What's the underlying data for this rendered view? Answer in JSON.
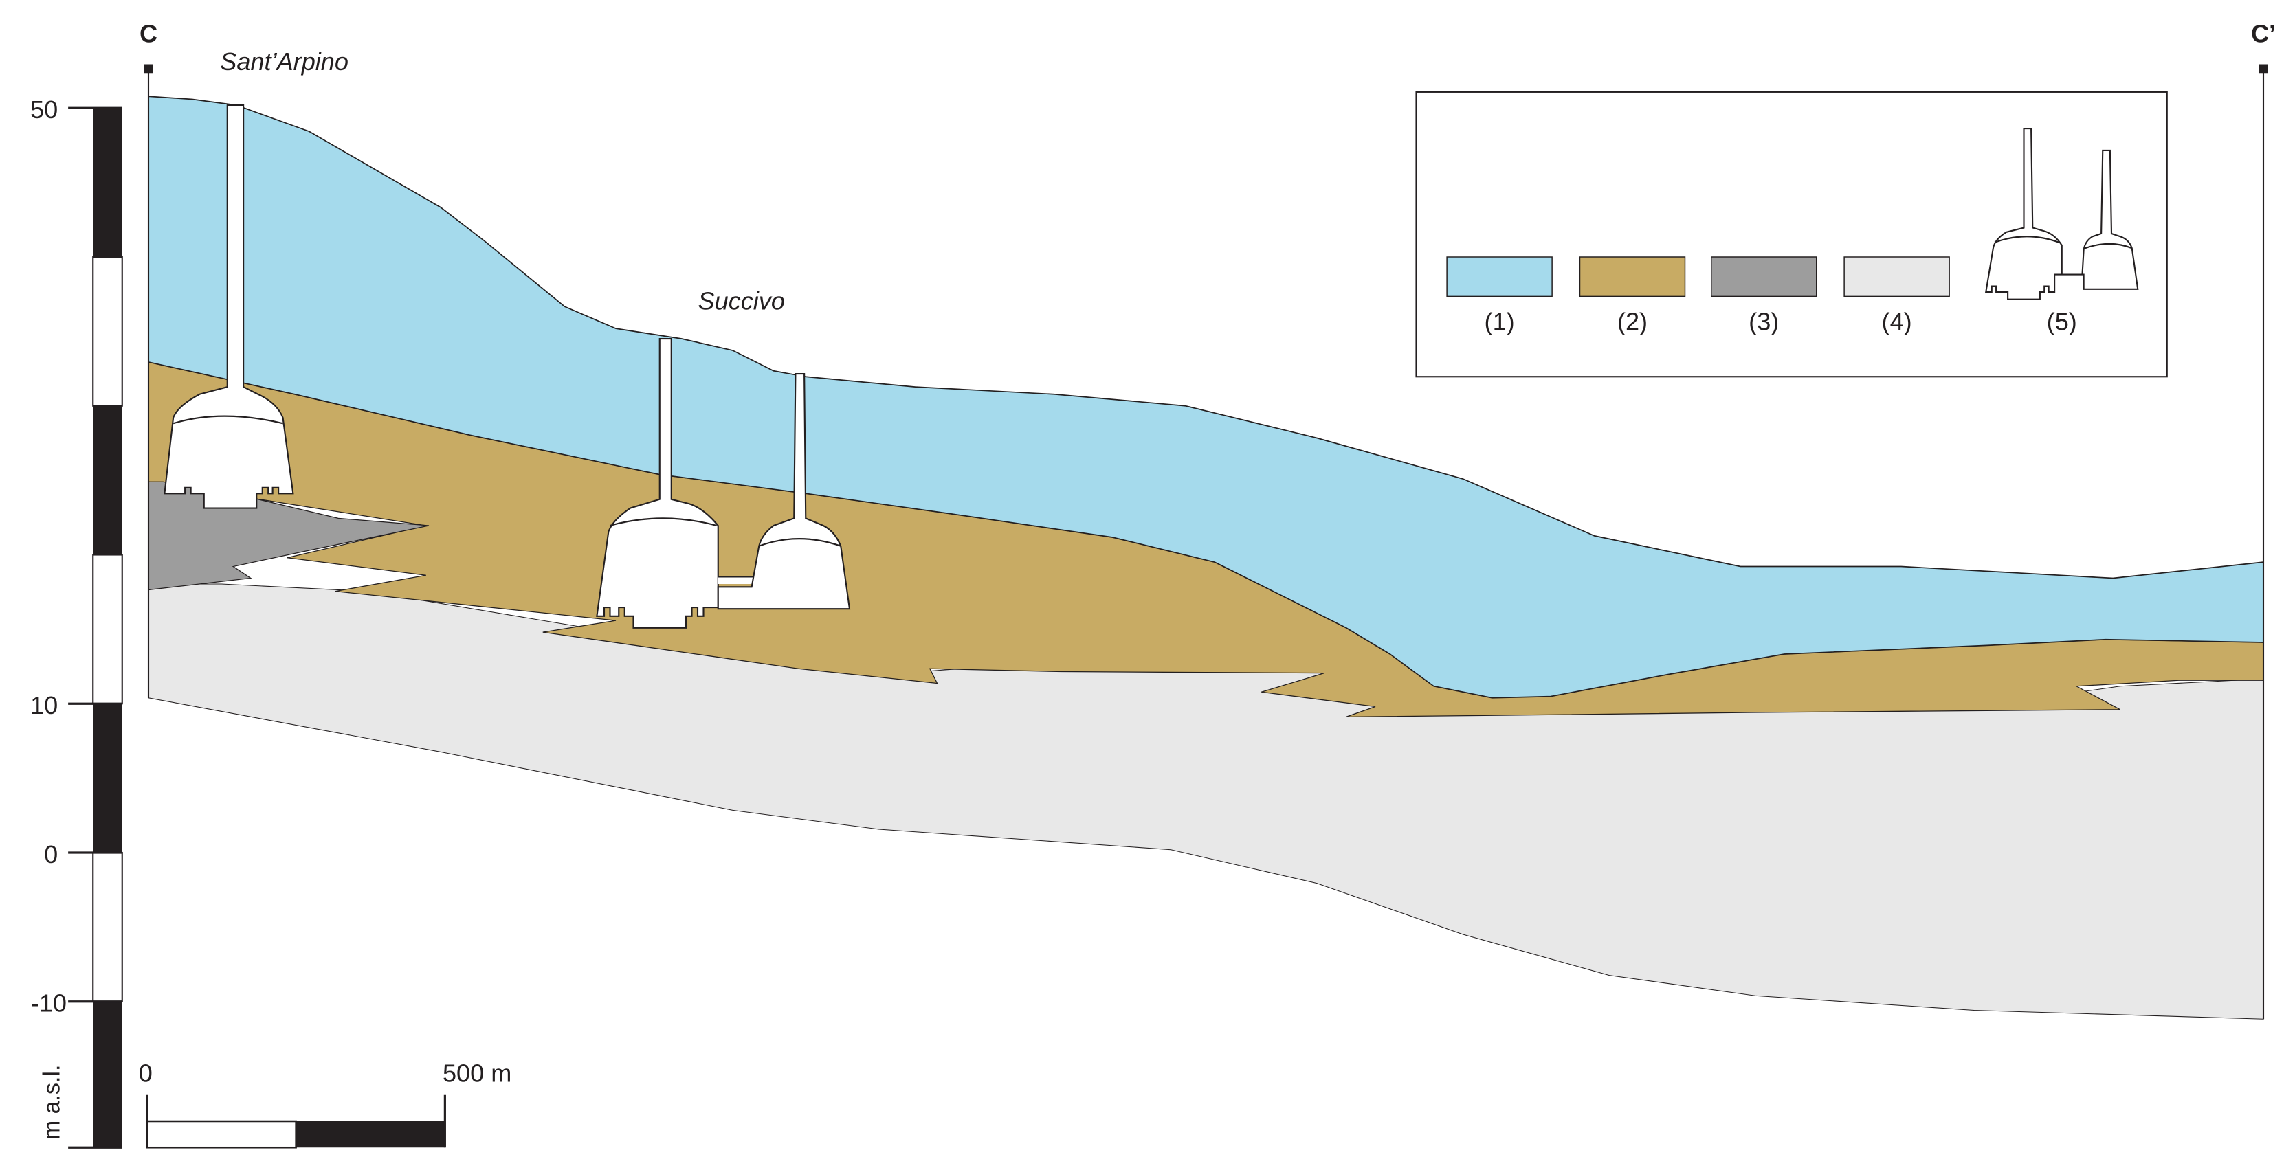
{
  "section": {
    "start_label": "C",
    "end_label": "C’"
  },
  "places": {
    "sant_arpino": "Sant’Arpino",
    "succivo": "Succivo"
  },
  "elevation_scale": {
    "unit_label": "m a.s.l.",
    "ticks": [
      "50",
      "10",
      "0",
      "-10"
    ]
  },
  "distance_scale": {
    "start_label": "0",
    "end_label": "500 m"
  },
  "legend": {
    "items": [
      {
        "label": "(1)",
        "color": "#a5daec"
      },
      {
        "label": "(2)",
        "color": "#c8ab64"
      },
      {
        "label": "(3)",
        "color": "#9d9d9d"
      },
      {
        "label": "(4)",
        "color": "#e8e8e8"
      },
      {
        "label": "(5)",
        "icon": "cavity-shaft-icon"
      }
    ]
  },
  "colors": {
    "layer1": "#a5daec",
    "layer2": "#c8ab64",
    "layer3": "#9d9d9d",
    "layer4": "#e8e8e8",
    "line": "#231f20"
  }
}
